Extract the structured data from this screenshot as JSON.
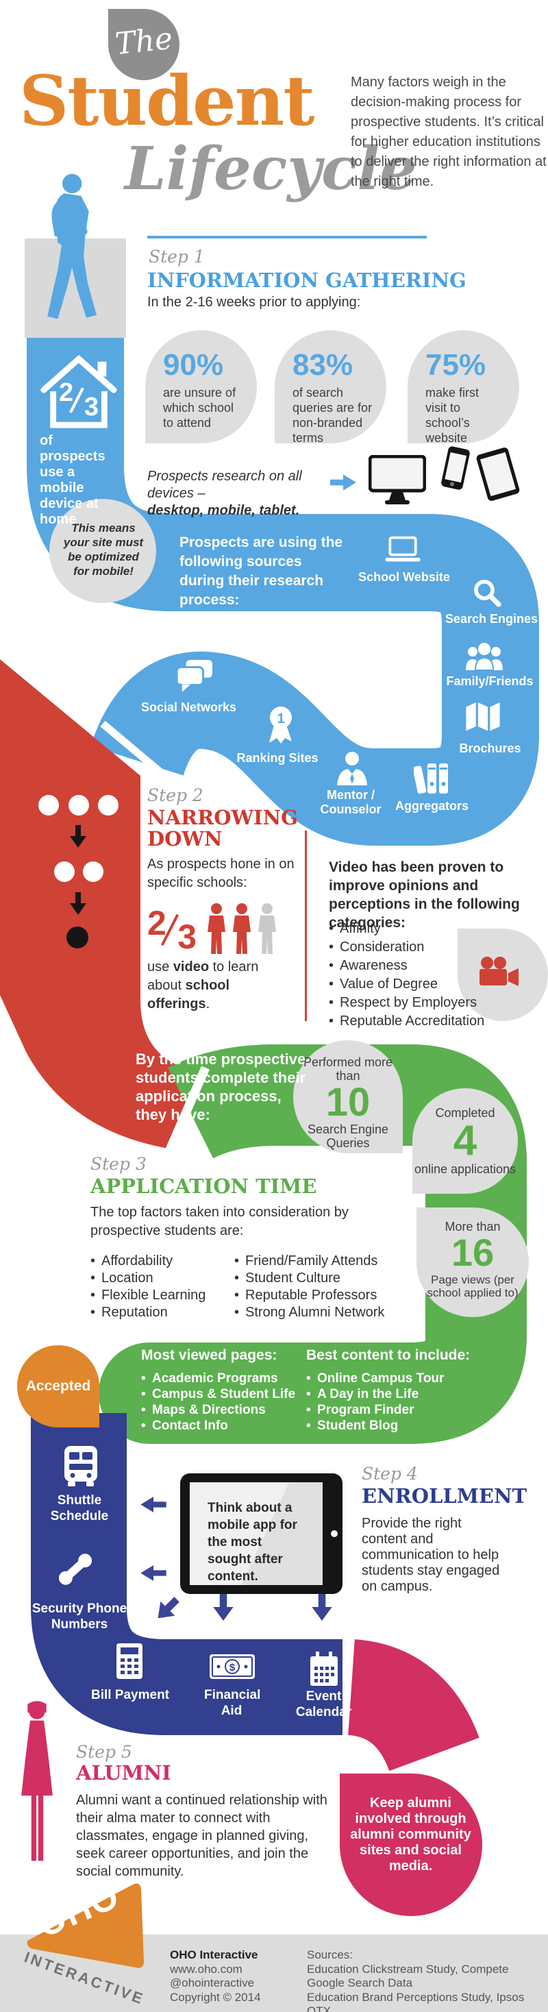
{
  "colors": {
    "blue": "#58a7e1",
    "heading_blue": "#4aa0e0",
    "red": "#cf4236",
    "heading_red": "#d0382e",
    "green": "#5cb050",
    "heading_green": "#5cae4a",
    "navy": "#333f8f",
    "heading_navy": "#2e3d8d",
    "pink": "#d22f63",
    "orange_title": "#e5872e",
    "orange_badge": "#e0862c",
    "gray_blob": "#dedede",
    "gray_box": "#d9d9d9",
    "footer_gray": "#dcdcdc",
    "step_gray": "#9a9a9a"
  },
  "header": {
    "bubble": "The",
    "title": "Student",
    "subtitle": "Lifecycle",
    "intro": "Many factors weigh in the decision-making process for prospective students. It’s critical for higher education institutions to deliver the right information at the right time."
  },
  "step1": {
    "label": "Step 1",
    "title": "INFORMATION GATHERING",
    "subtitle": "In the 2-16 weeks prior to applying:",
    "stats": [
      {
        "value": "90%",
        "caption": "are unsure of which school to attend"
      },
      {
        "value": "83%",
        "caption": "of search queries are for non-branded terms"
      },
      {
        "value": "75%",
        "caption": "make first visit to school’s website"
      }
    ],
    "sidebar": {
      "fraction_top": "2",
      "fraction_bottom": "3",
      "caption": "of prospects use a mobile device at home"
    },
    "devices_note": {
      "plain": "Prospects research on all devices –",
      "bold": "desktop, mobile, tablet."
    },
    "callout": "This means your site must be optimized for mobile!",
    "road_text": "Prospects are using the following sources during their research process:",
    "sources": [
      "School Website",
      "Search Engines",
      "Family/Friends",
      "Brochures",
      "Social Networks",
      "Ranking Sites",
      "Mentor / Counselor",
      "Aggregators"
    ],
    "badge_rank": "1"
  },
  "step2": {
    "label": "Step 2",
    "title": "NARROWING DOWN",
    "intro": "As prospects hone in on specific schools:",
    "fraction_top": "2",
    "fraction_bottom": "3",
    "caption": {
      "s1": "use ",
      "s2": "video",
      "s3": " to learn about ",
      "s4": "school offerings",
      "s5": "."
    },
    "video_panel": {
      "heading": "Video has been proven to improve opinions and perceptions in the following categories:",
      "bullets": [
        "Affinity",
        "Consideration",
        "Awareness",
        "Value of Degree",
        "Respect by Employers",
        "Reputable Accreditation"
      ]
    }
  },
  "step3": {
    "label": "Step 3",
    "title": "APPLICATION TIME",
    "green_lead": [
      "By the time prospective",
      "students complete their",
      "application process,",
      "they have:"
    ],
    "blobs": [
      {
        "pre": "Performed more than",
        "num": "10",
        "post": "Search Engine Queries"
      },
      {
        "pre": "Completed",
        "num": "4",
        "post": "online applications"
      },
      {
        "pre": "More than",
        "num": "16",
        "post": "Page views (per school applied to)"
      }
    ],
    "factors_intro": "The top factors taken into consideration by prospective students are:",
    "factors_col1": [
      "Affordability",
      "Location",
      "Flexible Learning",
      "Reputation"
    ],
    "factors_col2": [
      "Friend/Family Attends",
      "Student Culture",
      "Reputable Professors",
      "Strong Alumni Network"
    ],
    "most_viewed_heading": "Most viewed pages:",
    "most_viewed": [
      "Academic Programs",
      "Campus & Student Life",
      "Maps & Directions",
      "Contact Info"
    ],
    "best_content_heading": "Best content to include:",
    "best_content": [
      "Online Campus Tour",
      "A Day in the Life",
      "Program Finder",
      "Student Blog"
    ],
    "accepted_badge": "Accepted"
  },
  "step4": {
    "label": "Step 4",
    "title": "ENROLLMENT",
    "body": "Provide the right content and communication to help students stay engaged on campus.",
    "tablet_text": "Think about a mobile app for the most sought after content.",
    "services": [
      "Shuttle Schedule",
      "Security Phone Numbers",
      "Bill Payment",
      "Financial Aid",
      "Event Calendar"
    ]
  },
  "step5": {
    "label": "Step 5",
    "title": "ALUMNI",
    "body": "Alumni want a continued relationship with their alma mater to connect with classmates, engage in planned giving, seek career opportunities, and join the social community.",
    "callout_lines": [
      "Keep alumni",
      "involved through",
      "alumni community",
      "sites and social",
      "media."
    ]
  },
  "footer": {
    "logo_main": "OHO",
    "logo_sub": "INTERACTIVE",
    "company": "OHO Interactive",
    "website": "www.oho.com",
    "handle": "@ohointeractive",
    "copyright": "Copyright © 2014",
    "sources_label": "Sources:",
    "sources": [
      "Education Clickstream Study, Compete",
      "Google Search Data",
      "Education Brand Perceptions Study, Ipsos OTX"
    ]
  }
}
